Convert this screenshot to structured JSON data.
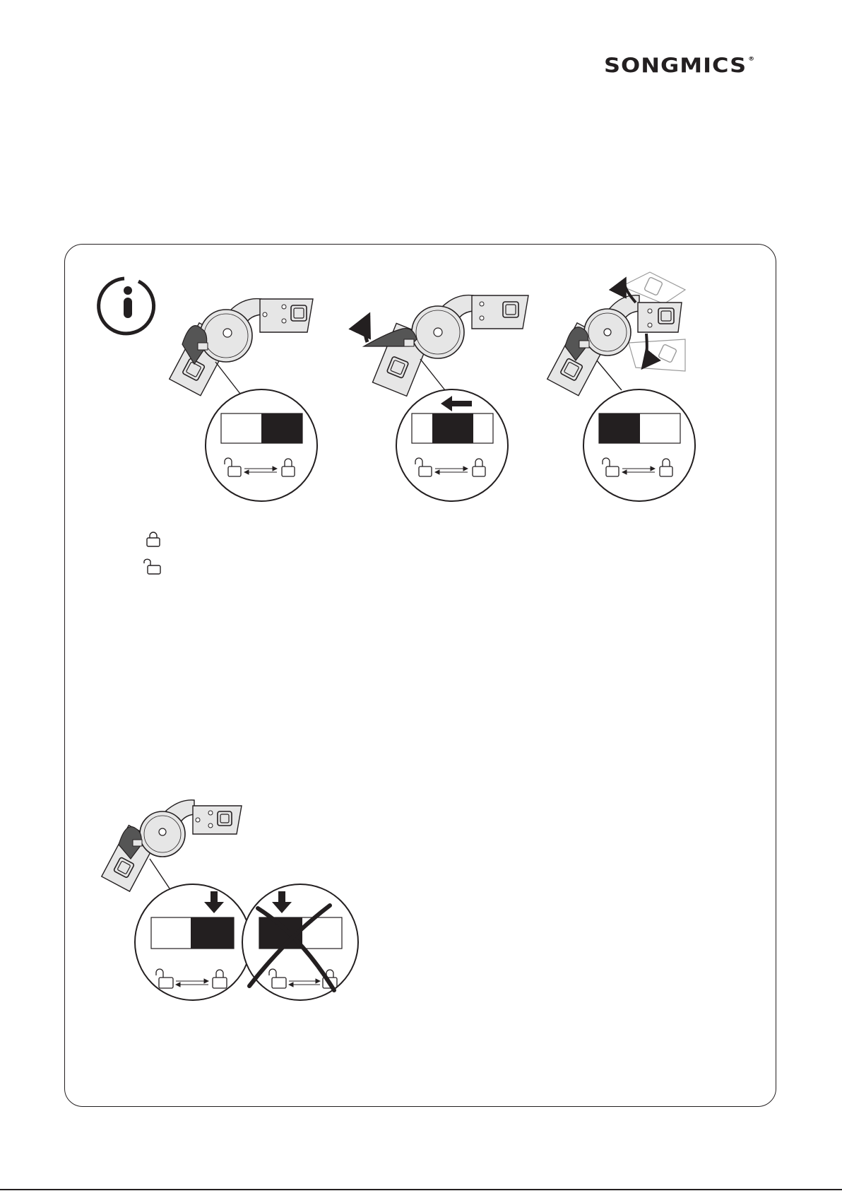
{
  "brand": {
    "logo_text": "SONGMICS",
    "registered_mark": "®"
  },
  "icons": {
    "info": "info-icon",
    "lock": "lock-closed-icon",
    "unlock": "lock-open-icon",
    "arrow": "arrow-icon",
    "cross": "cross-out-icon"
  },
  "legend": {
    "locked_label": "",
    "unlocked_label": ""
  },
  "colors": {
    "ink": "#231f20",
    "metal_fill": "#e6e6e6",
    "lever_fill": "#555555",
    "ghost_stroke": "#9a9a9a"
  },
  "figures": [
    {
      "step": "locked",
      "slider_state": "right"
    },
    {
      "step": "release-lever",
      "slider_state": "middle",
      "arrow": "left"
    },
    {
      "step": "unlocked-rotate",
      "slider_state": "left"
    },
    {
      "step": "correct-locked",
      "slider_state": "right",
      "arrow": "down"
    },
    {
      "step": "incorrect",
      "slider_state": "left",
      "arrow": "down",
      "crossed": true
    }
  ]
}
